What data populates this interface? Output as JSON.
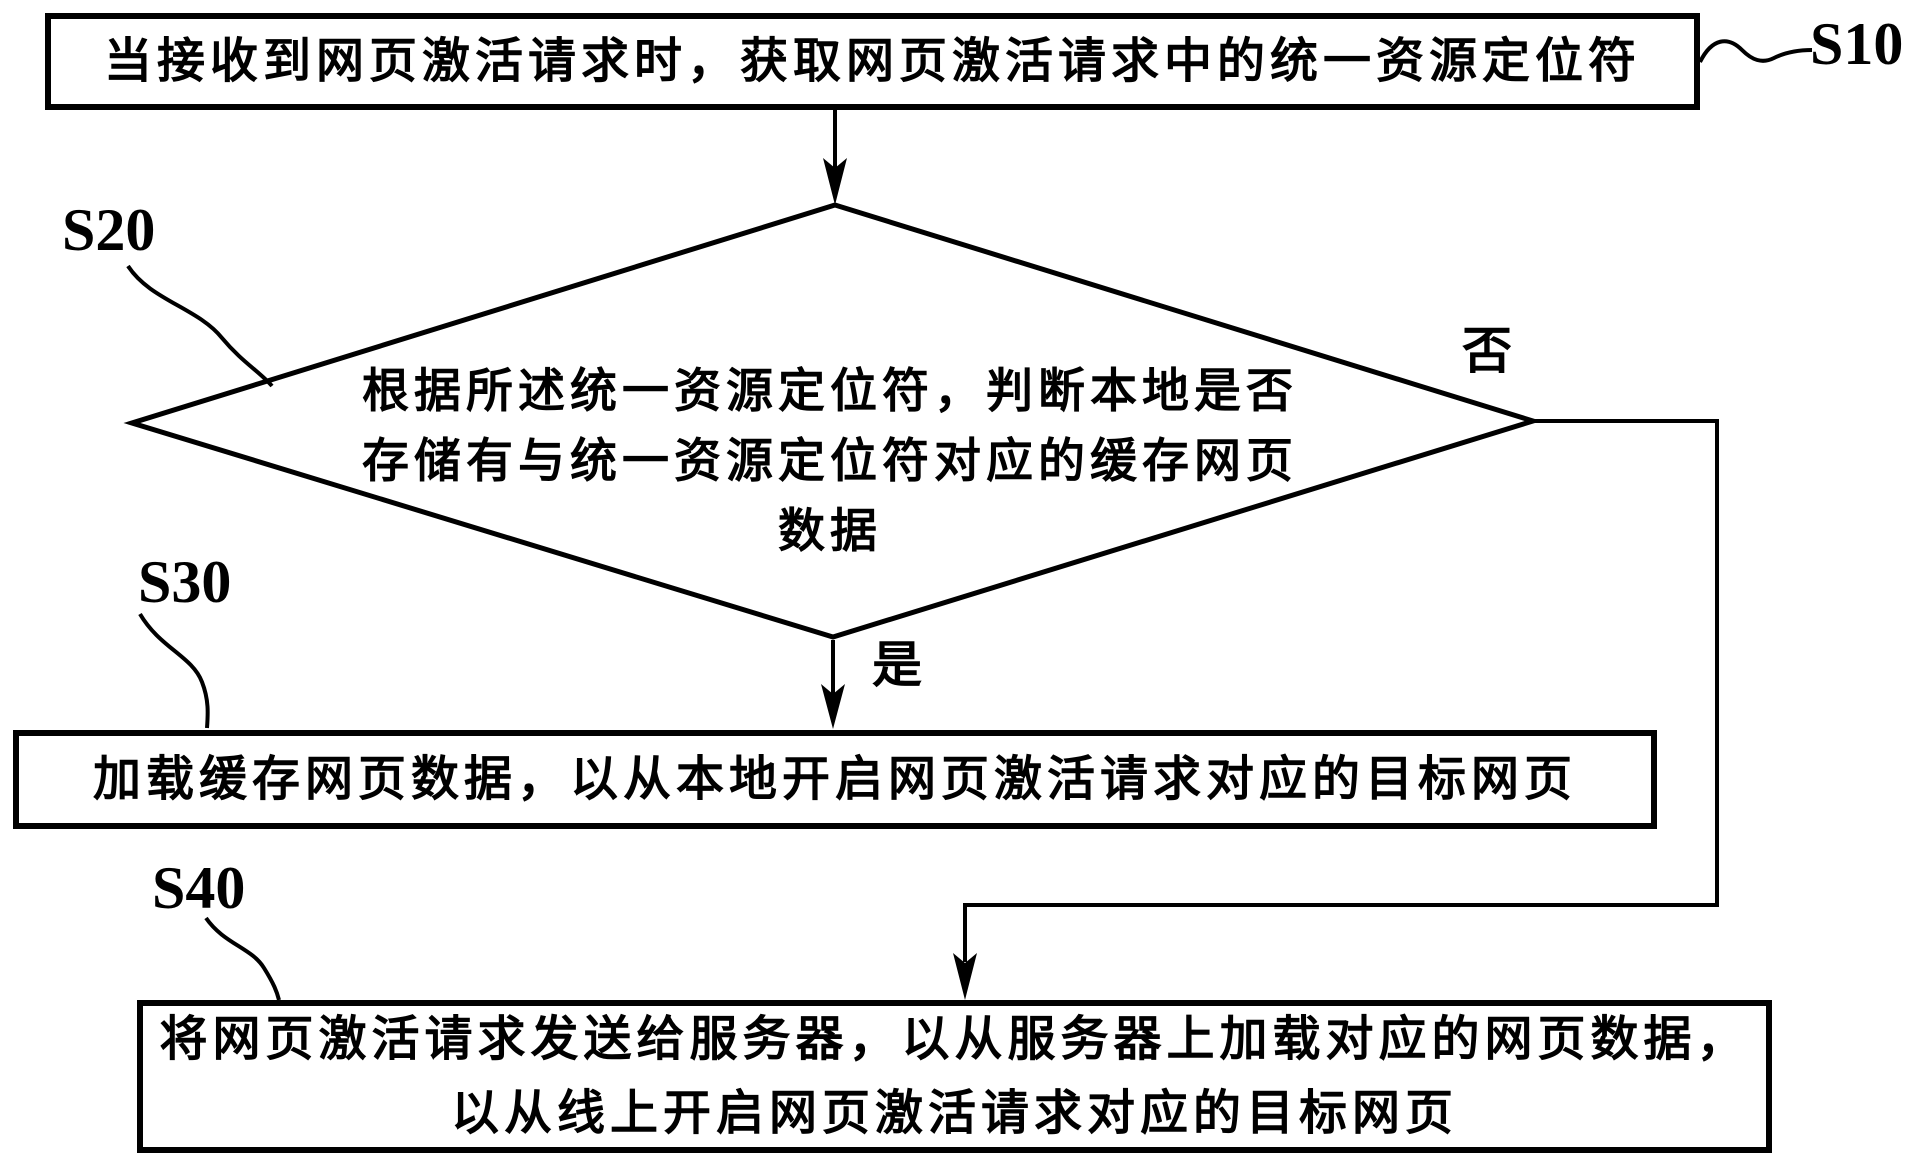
{
  "figure": {
    "ink": "#000000",
    "background": "#ffffff"
  },
  "steps": {
    "s10": {
      "label": "S10",
      "text": "当接收到网页激活请求时，获取网页激活请求中的统一资源定位符"
    },
    "s20": {
      "label": "S20",
      "lines": [
        "根据所述统一资源定位符，判断本地是否",
        "存储有与统一资源定位符对应的缓存网页",
        "数据"
      ]
    },
    "s30": {
      "label": "S30",
      "text": "加载缓存网页数据，以从本地开启网页激活请求对应的目标网页"
    },
    "s40": {
      "label": "S40",
      "lines": [
        "将网页激活请求发送给服务器，以从服务器上加载对应的网页数据，",
        "以从线上开启网页激活请求对应的目标网页"
      ]
    }
  },
  "branches": {
    "yes": "是",
    "no": "否"
  }
}
